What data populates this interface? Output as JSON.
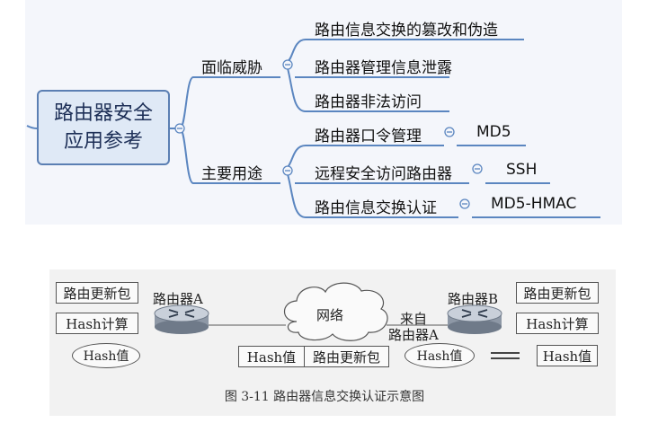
{
  "mindmap": {
    "root_line1": "路由器安全",
    "root_line2": "应用参考",
    "branch_threats": {
      "label": "面临威胁",
      "items": [
        "路由信息交换的篡改和伪造",
        "路由器管理信息泄露",
        "路由器非法访问"
      ]
    },
    "branch_uses": {
      "label": "主要用途",
      "items": [
        {
          "label": "路由器口令管理",
          "tag": "MD5"
        },
        {
          "label": "远程安全访问路由器",
          "tag": "SSH"
        },
        {
          "label": "路由信息交换认证",
          "tag": "MD5-HMAC"
        }
      ]
    },
    "line_color": "#5b86c0"
  },
  "figure": {
    "left": {
      "box1": "路由更新包",
      "box2": "Hash计算",
      "ellipse": "Hash值",
      "router_label": "路由器A"
    },
    "network_label": "网络",
    "from_label_1": "来自",
    "from_label_2": "路由器A",
    "packet": {
      "hash": "Hash值",
      "update": "路由更新包"
    },
    "right": {
      "router_label": "路由器B",
      "box1": "路由更新包",
      "box2": "Hash计算",
      "ellipse": "Hash值",
      "result": "Hash值"
    },
    "caption": "图 3-11    路由器信息交换认证示意图"
  }
}
